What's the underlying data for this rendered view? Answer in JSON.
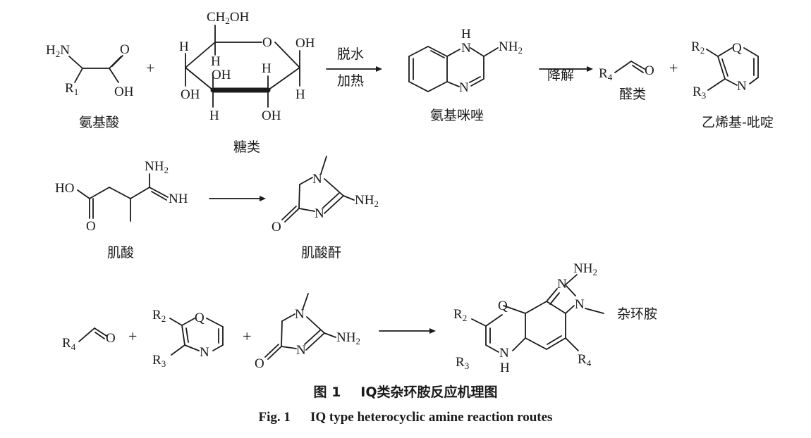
{
  "labels": {
    "amino_acid": "氨基酸",
    "sugar": "糖类",
    "aminoimidazole": "氨基咪唑",
    "aldehyde": "醛类",
    "vinyl_pyridine": "乙烯基-吡啶",
    "creatine": "肌酸",
    "creatinine": "肌酸酐",
    "hca": "杂环胺"
  },
  "arrows": {
    "step1_top": "脱水",
    "step1_bottom": "加热",
    "step2_top": "降解"
  },
  "plus": "+",
  "atoms": {
    "N": "N",
    "O": "O",
    "H": "H",
    "Q": "Q",
    "NH": "NH",
    "OH": "OH",
    "HO": "HO",
    "NH2": "NH",
    "H2N": "H",
    "CH2OH": "CH",
    "two": "2",
    "R": "R",
    "r1": "1",
    "r2": "2",
    "r3": "3",
    "r4": "4"
  },
  "caption": {
    "cn_fig": "图 1",
    "cn_title": "IQ类杂环胺反应机理图",
    "en_fig": "Fig. 1",
    "en_title": "IQ type heterocyclic amine reaction routes"
  }
}
